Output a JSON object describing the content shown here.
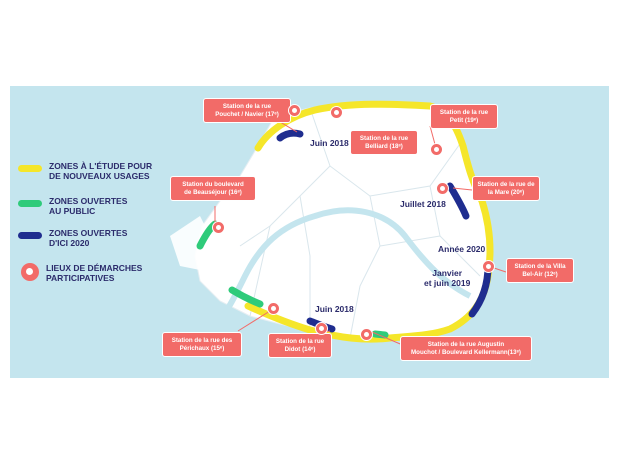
{
  "legend": [
    {
      "label": "ZONES À L'ÉTUDE POUR\nDE NOUVEAUX USAGES",
      "color": "#f5e62a",
      "type": "swatch",
      "icon": "yellow-line"
    },
    {
      "label": "ZONES OUVERTES\nAU PUBLIC",
      "color": "#2fcb7a",
      "type": "swatch",
      "icon": "green-line"
    },
    {
      "label": "ZONES OUVERTES\nD'ICI 2020",
      "color": "#1f2d8f",
      "type": "swatch",
      "icon": "blue-line"
    },
    {
      "label": "LIEUX DE DÉMARCHES\nPARTICIPATIVES",
      "color": "#f26b68",
      "type": "pin",
      "icon": "location-pin-icon"
    }
  ],
  "stations": [
    {
      "label": "Station de la rue\nPouchet / Navier (17ᵉ)"
    },
    {
      "label": "Station de la rue\nBelliard (18ᵉ)"
    },
    {
      "label": "Station de la rue\nPetit (19ᵉ)"
    },
    {
      "label": "Station du boulevard\nde Beauséjour (16ᵉ)"
    },
    {
      "label": "Station de la rue de\nla Mare (20ᵉ)"
    },
    {
      "label": "Station de la Villa\nBel-Air (12ᵉ)"
    },
    {
      "label": "Station de la rue des\nPérichaux (15ᵉ)"
    },
    {
      "label": "Station de la rue\nDidot (14ᵉ)"
    },
    {
      "label": "Station de la rue Augustin\nMouchot / Boulevard Kellermann(13ᵉ)"
    }
  ],
  "dates": [
    {
      "label": "Juin 2018"
    },
    {
      "label": "Juillet 2018"
    },
    {
      "label": "Année 2020"
    },
    {
      "label": "Janvier\net juin 2019"
    },
    {
      "label": "Juin 2018"
    }
  ],
  "colors": {
    "water": "#c4e5ee",
    "city": "#ffffff",
    "yellow": "#f5e62a",
    "green": "#2fcb7a",
    "blue": "#1f2d8f",
    "pin": "#f26b68"
  }
}
